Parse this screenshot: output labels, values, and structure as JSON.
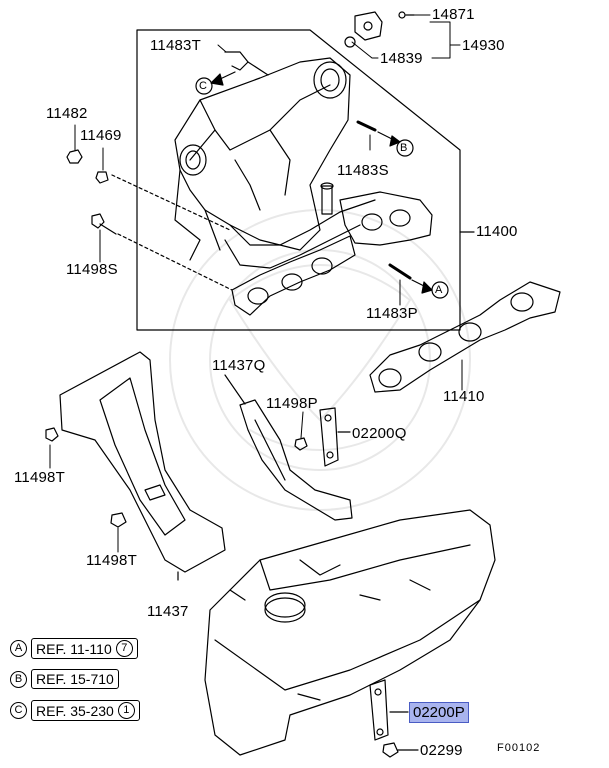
{
  "labels": {
    "p14871": "14871",
    "p14930": "14930",
    "p14839": "14839",
    "p11483T": "11483T",
    "p11482": "11482",
    "p11469": "11469",
    "p11483S": "11483S",
    "p11400": "11400",
    "p11498S": "11498S",
    "p11483P": "11483P",
    "p11437Q": "11437Q",
    "p11498P": "11498P",
    "p02200Q": "02200Q",
    "p11410": "11410",
    "p11498T_a": "11498T",
    "p11498T_b": "11498T",
    "p11437": "11437",
    "p02200P": "02200P",
    "p02299": "02299"
  },
  "markers": {
    "A": "A",
    "B": "B",
    "C": "C"
  },
  "refs": [
    {
      "letter": "A",
      "text": "REF. 11-110",
      "num": "7"
    },
    {
      "letter": "B",
      "text": "REF. 15-710",
      "num": ""
    },
    {
      "letter": "C",
      "text": "REF. 35-230",
      "num": "1"
    }
  ],
  "figure_code": "F00102",
  "colors": {
    "highlight": "#a9b4ee",
    "line": "#000000"
  }
}
